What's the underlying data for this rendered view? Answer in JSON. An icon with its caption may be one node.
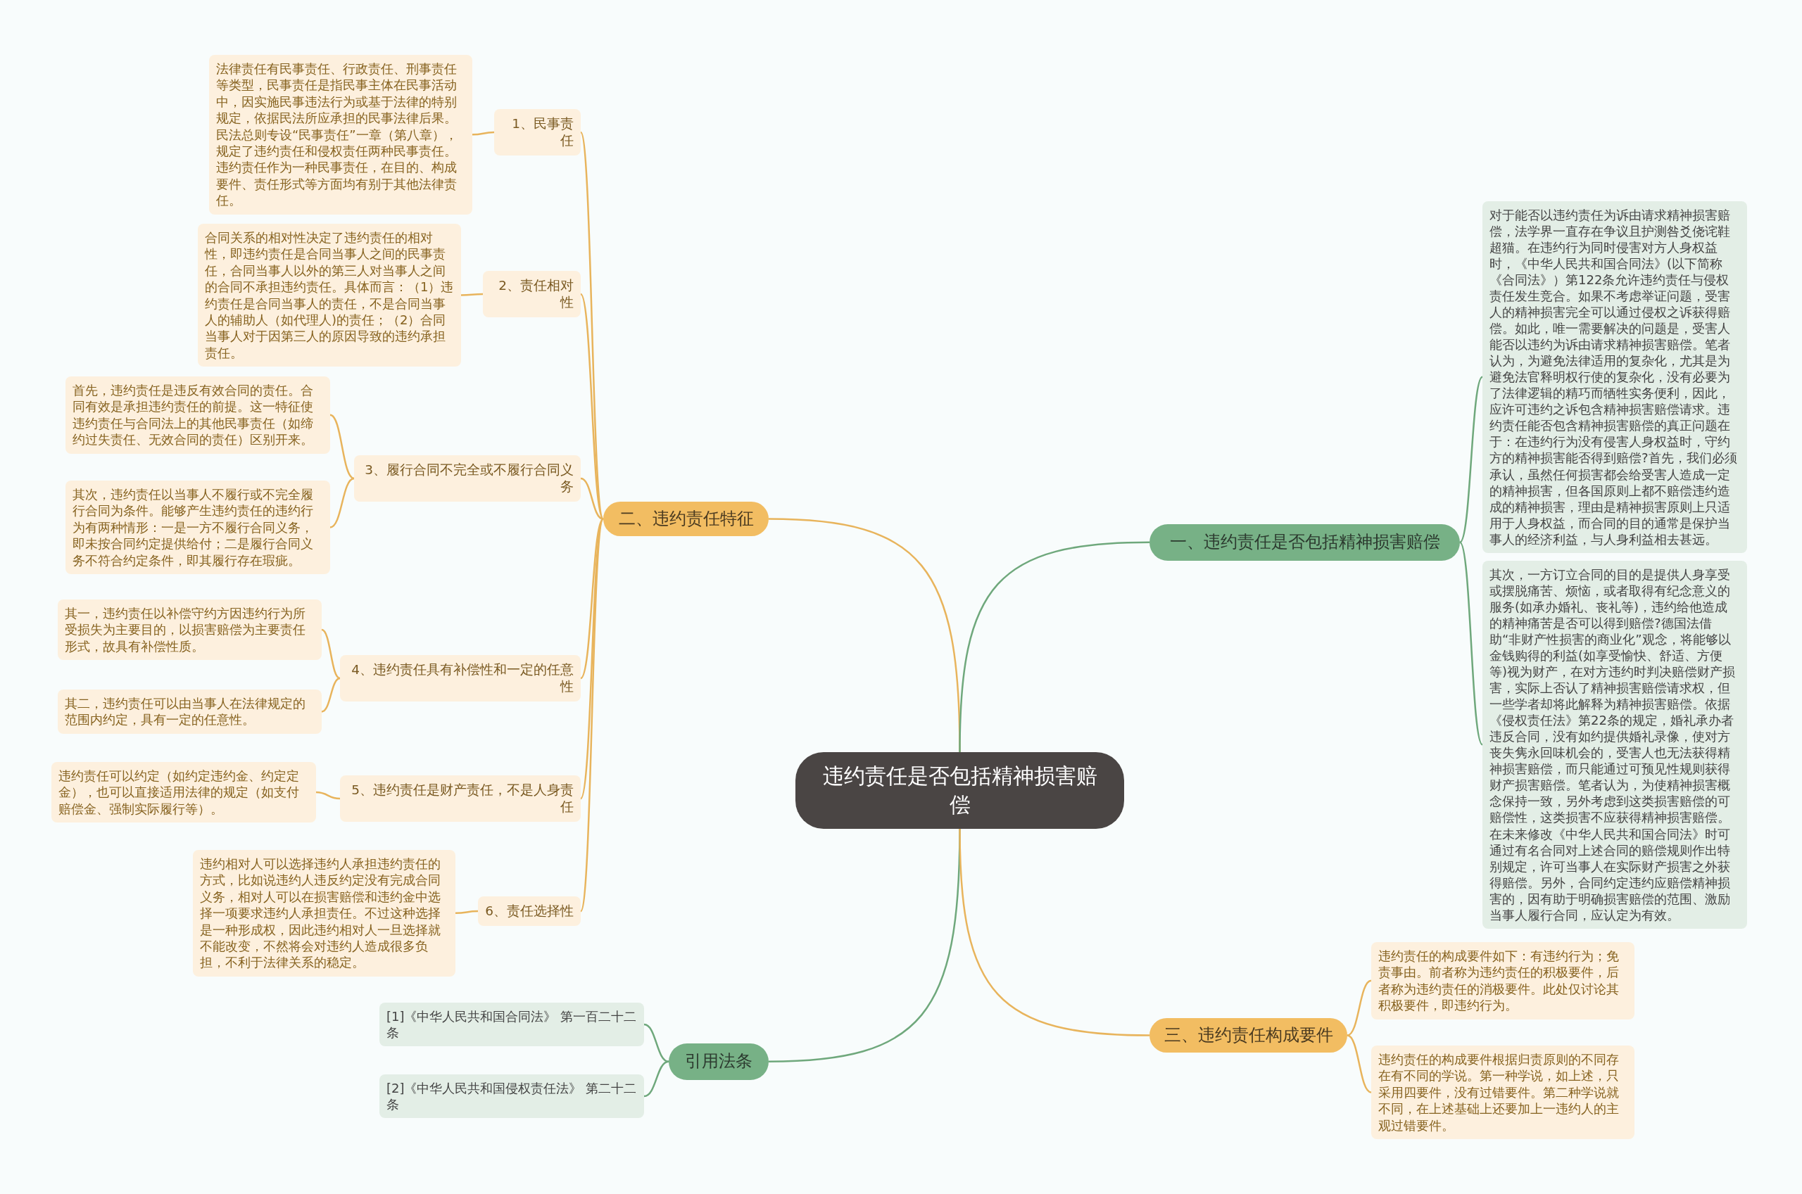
{
  "diagram": {
    "nodes": [
      {
        "text": [
          "违约责任是否包括精神损害赔偿"
        ]
      },
      {
        "text": [
          "二、违约责任特征"
        ]
      },
      {
        "text": [
          "1、民事责任"
        ]
      },
      {
        "text": [
          "法律责任有民事责任、行政责任、刑事责任等类型，民事责任是指民事主体在民事活动中，因实施民事违法行为或基于法律的特别规定，依据民法所应承担的民事法律后果。民法总则专设“民事责任”一章（第八章），规定了违约责任和侵权责任两种民事责任。违约责任作为一种民事责任，在目的、构成要件、责任形式等方面均有别于其他法律责任。"
        ]
      },
      {
        "text": [
          "2、责任相对性"
        ]
      },
      {
        "text": [
          "合同关系的相对性决定了违约责任的相对性，即违约责任是合同当事人之间的民事责任，合同当事人以外的第三人对当事人之间的合同不承担违约责任。具体而言：（1）违约责任是合同当事人的责任，不是合同当事人的辅助人（如代理人)的责任；（2）合同当事人对于因第三人的原因导致的违约承担责任。"
        ]
      },
      {
        "text": [
          "3、履行合同不完全或不履行合同义务"
        ]
      },
      {
        "text": [
          "首先，违约责任是违反有效合同的责任。合同有效是承担违约责任的前提。这一特征使违约责任与合同法上的其他民事责任（如缔约过失责任、无效合同的责任）区别开来。"
        ]
      },
      {
        "text": [
          "其次，违约责任以当事人不履行或不完全履行合同为条件。能够产生违约责任的违约行为有两种情形：一是一方不履行合同义务，即未按合同约定提供给付；二是履行合同义务不符合约定条件，即其履行存在瑕疵。"
        ]
      },
      {
        "text": [
          "4、违约责任具有补偿性和一定的任意性"
        ]
      },
      {
        "text": [
          "其一，违约责任以补偿守约方因违约行为所受损失为主要目的，以损害赔偿为主要责任形式，故具有补偿性质。"
        ]
      },
      {
        "text": [
          "其二，违约责任可以由当事人在法律规定的范围内约定，具有一定的任意性。"
        ]
      },
      {
        "text": [
          "5、违约责任是财产责任，不是人身责任"
        ]
      },
      {
        "text": [
          "违约责任可以约定（如约定违约金、约定定金），也可以直接适用法律的规定（如支付赔偿金、强制实际履行等）。"
        ]
      },
      {
        "text": [
          "6、责任选择性"
        ]
      },
      {
        "text": [
          "违约相对人可以选择违约人承担违约责任的方式，比如说违约人违反约定没有完成合同义务，相对人可以在损害赔偿和违约金中选择一项要求违约人承担责任。不过这种选择是一种形成权，因此违约相对人一旦选择就不能改变，不然将会对违约人造成很多负担，不利于法律关系的稳定。"
        ]
      },
      {
        "text": [
          "引用法条"
        ]
      },
      {
        "text": [
          "[1]《中华人民共和国合同法》 第一百二十二条"
        ]
      },
      {
        "text": [
          "[2]《中华人民共和国侵权责任法》 第二十二条"
        ]
      },
      {
        "text": [
          "一、违约责任是否包括精神损害赔偿"
        ]
      },
      {
        "text": [
          "对于能否以违约责任为诉由请求精神损害赔偿，法学界一直存在争议且护测咎爻侥诧鞋超猫。在违约行为同时侵害对方人身权益时，《中华人民共和国合同法》(以下简称《合同法》）第122条允许违约责任与侵权责任发生竞合。如果不考虑举证问题，受害人的精神损害完全可以通过侵权之诉获得赔偿。如此，唯一需要解决的问题是，受害人能否以违约为诉由请求精神损害赔偿。笔者认为，为避免法律适用的复杂化，尤其是为避免法官释明权行使的复杂化，没有必要为了法律逻辑的精巧而牺牲实务便利，因此，应许可违约之诉包含精神损害赔偿请求。违约责任能否包含精神损害赔偿的真正问题在于：在违约行为没有侵害人身权益时，守约方的精神损害能否得到赔偿?首先，我们必须承认，虽然任何损害都会给受害人造成一定的精神损害，但各国原则上都不赔偿违约造成的精神损害，理由是精神损害原则上只适用于人身权益，而合同的目的通常是保护当事人的经济利益，与人身利益相去甚远。"
        ]
      },
      {
        "text": [
          "其次，一方订立合同的目的是提供人身享受或摆脱痛苦、烦恼，或者取得有纪念意义的服务(如承办婚礼、丧礼等)，违约给他造成的精神痛苦是否可以得到赔偿?德国法借助“非财产性损害的商业化”观念，将能够以金钱购得的利益(如享受愉快、舒适、方便等)视为财产，在对方违约时判决赔偿财产损害，实际上否认了精神损害赔偿请求权，但一些学者却将此解释为精神损害赔偿。依据《侵权责任法》第22条的规定，婚礼承办者违反合同，没有如约提供婚礼录像，使对方丧失隽永回味机会的，受害人也无法获得精神损害赔偿，而只能通过可预见性规则获得财产损害赔偿。笔者认为，为使精神损害概念保持一致，另外考虑到这类损害赔偿的可赔偿性，这类损害不应获得精神损害赔偿。在未来修改《中华人民共和国合同法》时可通过有名合同对上述合同的赔偿规则作出特别规定，许可当事人在实际财产损害之外获得赔偿。另外，合同约定违约应赔偿精神损害的，因有助于明确损害赔偿的范围、激励当事人履行合同，应认定为有效。"
        ]
      },
      {
        "text": [
          "三、违约责任构成要件"
        ]
      },
      {
        "text": [
          "违约责任的构成要件如下：有违约行为；免责事由。前者称为违约责任的积极要件，后者称为违约责任的消极要件。此处仅讨论其积极要件，即违约行为。"
        ]
      },
      {
        "text": [
          "违约责任的构成要件根据归责原则的不同存在有不同的学说。第一种学说，如上述，只采用四要件，没有过错要件。第二种学说就不同，在上述基础上还要加上一违约人的主观过错要件。"
        ]
      }
    ],
    "edges": [
      {
        "from": 0,
        "to": 1,
        "arrow": "none"
      },
      {
        "from": 1,
        "to": 2,
        "arrow": "none"
      },
      {
        "from": 2,
        "to": 3,
        "arrow": "none"
      },
      {
        "from": 1,
        "to": 4,
        "arrow": "none"
      },
      {
        "from": 4,
        "to": 5,
        "arrow": "none"
      },
      {
        "from": 1,
        "to": 6,
        "arrow": "none"
      },
      {
        "from": 6,
        "to": 7,
        "arrow": "none"
      },
      {
        "from": 6,
        "to": 8,
        "arrow": "none"
      },
      {
        "from": 1,
        "to": 9,
        "arrow": "none"
      },
      {
        "from": 9,
        "to": 10,
        "arrow": "none"
      },
      {
        "from": 9,
        "to": 11,
        "arrow": "none"
      },
      {
        "from": 1,
        "to": 12,
        "arrow": "none"
      },
      {
        "from": 12,
        "to": 13,
        "arrow": "none"
      },
      {
        "from": 1,
        "to": 14,
        "arrow": "none"
      },
      {
        "from": 14,
        "to": 15,
        "arrow": "none"
      },
      {
        "from": 0,
        "to": 16,
        "arrow": "none",
        "color": "#6fa87c"
      },
      {
        "from": 16,
        "to": 17,
        "arrow": "none",
        "color": "#6fa87c"
      },
      {
        "from": 16,
        "to": 18,
        "arrow": "none",
        "color": "#6fa87c"
      },
      {
        "from": 0,
        "to": 19,
        "arrow": "none",
        "color": "#6fa87c"
      },
      {
        "from": 19,
        "to": 20,
        "arrow": "none",
        "color": "#6fa87c"
      },
      {
        "from": 19,
        "to": 21,
        "arrow": "none",
        "color": "#6fa87c"
      },
      {
        "from": 0,
        "to": 22,
        "arrow": "none"
      },
      {
        "from": 22,
        "to": 23,
        "arrow": "none"
      },
      {
        "from": 22,
        "to": 24,
        "arrow": "none"
      }
    ]
  }
}
